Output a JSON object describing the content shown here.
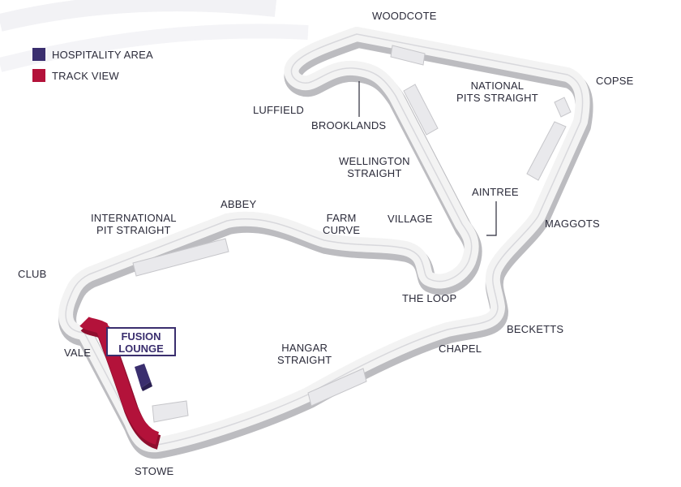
{
  "legend": {
    "items": [
      {
        "label": "HOSPITALITY AREA",
        "color": "#3a2e6e"
      },
      {
        "label": "TRACK VIEW",
        "color": "#b3123a"
      }
    ]
  },
  "corners": {
    "woodcote": "WOODCOTE",
    "copse": "COPSE",
    "national_pits_straight": "NATIONAL\nPITS STRAIGHT",
    "luffield": "LUFFIELD",
    "brooklands": "BROOKLANDS",
    "wellington_straight": "WELLINGTON\nSTRAIGHT",
    "aintree": "AINTREE",
    "maggots": "MAGGOTS",
    "international_pit_straight": "INTERNATIONAL\nPIT STRAIGHT",
    "abbey": "ABBEY",
    "farm_curve": "FARM\nCURVE",
    "village": "VILLAGE",
    "club": "CLUB",
    "the_loop": "THE LOOP",
    "becketts": "BECKETTS",
    "vale": "VALE",
    "hangar_straight": "HANGAR\nSTRAIGHT",
    "chapel": "CHAPEL",
    "stowe": "STOWE"
  },
  "callout": {
    "label": "FUSION\nLOUNGE"
  },
  "colors": {
    "track": "#f3f3f3",
    "track_edge": "#c9c9cc",
    "hospitality": "#3a2e6e",
    "track_view": "#b3123a"
  }
}
